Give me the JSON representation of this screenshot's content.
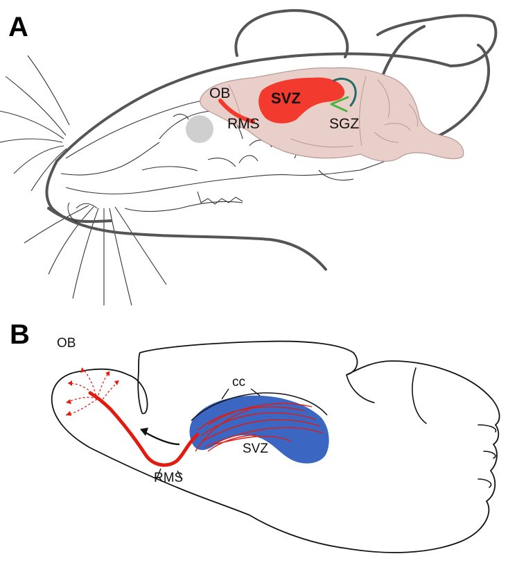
{
  "panel_a": {
    "letter": "A",
    "labels": {
      "ob": "OB",
      "svz": "SVZ",
      "rms": "RMS",
      "sgz": "SGZ"
    }
  },
  "panel_b": {
    "letter": "B",
    "labels": {
      "ob": "OB",
      "cc": "cc",
      "svz": "SVZ",
      "rms": "RMS"
    }
  },
  "colors": {
    "outline": "#555555",
    "sketch": "#333333",
    "brain": "#e9cfca",
    "brain_edge": "#b99892",
    "svz_red": "#f23a2f",
    "rms_red": "#e21b10",
    "sgz_green": "#4db33d",
    "sgz_teal": "#1f6b66",
    "svz_blue": "#3b67c2",
    "eye_gray": "#cfcfcf"
  }
}
